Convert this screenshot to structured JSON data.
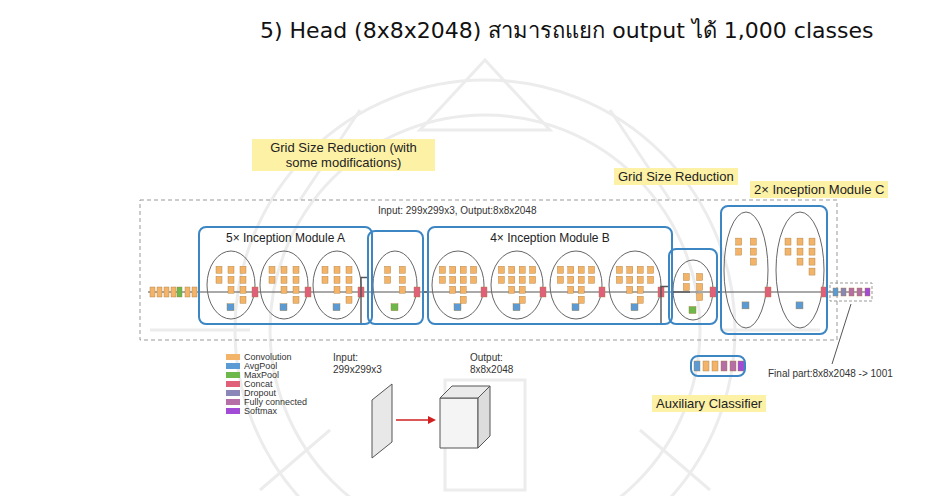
{
  "diagram": {
    "title": "5) Head (8x8x2048) สามารถแยก output ได้ 1,000 classes",
    "nodes": [
      {
        "text": [
          "5× Inception Module A"
        ]
      },
      {
        "text": [
          "Grid Size Reduction (with some modifications)"
        ]
      },
      {
        "text": [
          "4× Inception Module B"
        ]
      },
      {
        "text": [
          "Grid Size Reduction"
        ]
      },
      {
        "text": [
          "2× Inception Module C"
        ]
      },
      {
        "text": [
          "Auxiliary Classifier"
        ]
      }
    ],
    "edges": [
      {
        "from": 0,
        "to": 1,
        "arrow": "none"
      },
      {
        "from": 1,
        "to": 2,
        "arrow": "none"
      },
      {
        "from": 2,
        "to": 3,
        "arrow": "none"
      },
      {
        "from": 3,
        "to": 4,
        "arrow": "none"
      },
      {
        "from": 2,
        "to": 5,
        "arrow": "none"
      }
    ],
    "labels": [
      "Input: 299x299x3, Output:8x8x2048",
      "Input: 299x299x3",
      "Output: 8x8x2048",
      "Final part:8x8x2048 -> 1001"
    ],
    "legend": [
      {
        "text": "Convolution",
        "color": "#f3b46a"
      },
      {
        "text": "AvgPool",
        "color": "#5b9bd5"
      },
      {
        "text": "MaxPool",
        "color": "#6cb84a"
      },
      {
        "text": "Concat",
        "color": "#e0607a"
      },
      {
        "text": "Dropout",
        "color": "#8a87b8"
      },
      {
        "text": "Fully connected",
        "color": "#b56fa6"
      },
      {
        "text": "Softmax",
        "color": "#a24bd6"
      }
    ]
  }
}
